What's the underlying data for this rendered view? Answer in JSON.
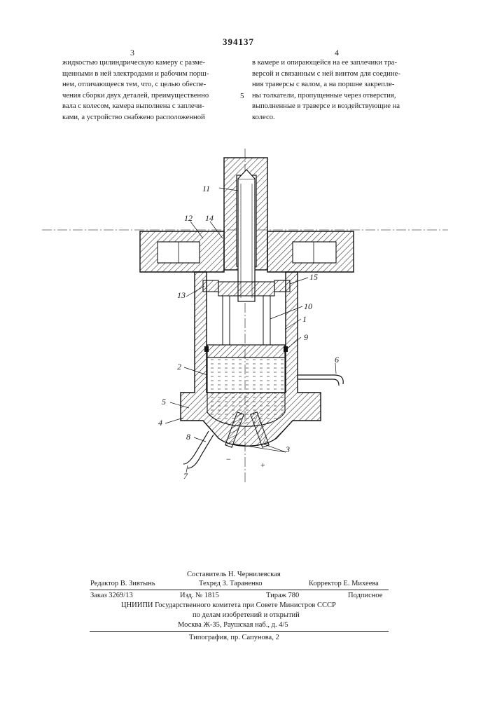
{
  "patent_number": "394137",
  "left_column": {
    "page_number": "3",
    "lines": [
      "жидкостью цилиндрическую камеру с разме-",
      "щенными в ней электродами и рабочим порш-",
      "нем, отличающееся тем, что, с целью обеспе-",
      "чения сборки двух деталей, преимущественно",
      "вала с колесом, камера выполнена с заплечи-",
      "ками, а устройство снабжено расположенной"
    ]
  },
  "right_column": {
    "page_number": "4",
    "lines": [
      "в камере и опирающейся на ее заплечики тра-",
      "версой и связанным с ней винтом для соедине-",
      "ния траверсы с валом, а на поршне закрепле-",
      "ны толкатели, пропущенные через отверстия,",
      "выполненные в траверсе и воздействующие на",
      "колесо."
    ]
  },
  "line_marker": "5",
  "figure_labels": {
    "l11": "11",
    "l12": "12",
    "l14": "14",
    "l13": "13",
    "l15": "15",
    "l10": "10",
    "l1": "1",
    "l9": "9",
    "l2": "2",
    "l6": "6",
    "l5": "5",
    "l4": "4",
    "l8": "8",
    "l3": "3",
    "l7": "7",
    "minus": "−",
    "plus": "+"
  },
  "imprint": {
    "compiler": "Составитель Н. Чернилевская",
    "editor": "Редактор В. Зивтынь",
    "techred": "Техред З. Тараненко",
    "corrector": "Корректор Е. Михеева",
    "order": "Заказ 3269/13",
    "izd": "Изд. № 1815",
    "tirazh": "Тираж 780",
    "podpisnoe": "Подписное",
    "org1": "ЦНИИПИ Государственного комитета при Совете Министров СССР",
    "org2": "по делам изобретений и открытий",
    "org3": "Москва Ж-35, Раушская наб., д. 4/5",
    "typography": "Типография, пр. Сапунова, 2"
  }
}
